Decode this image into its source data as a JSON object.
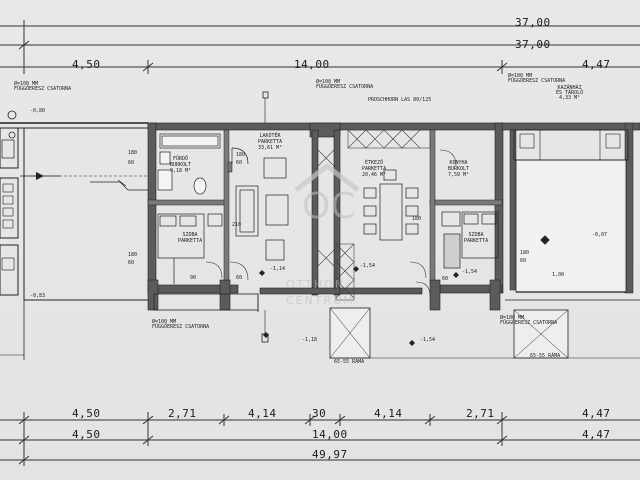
{
  "dimensions": {
    "top": {
      "total_1": "37,00",
      "total_2": "37,00",
      "left_seg": "4,50",
      "mid_seg": "14,00",
      "right_seg": "4,47"
    },
    "bottom": {
      "row1": [
        "4,50",
        "2,71",
        "4,14",
        "30",
        "4,14",
        "2,71",
        "4,47"
      ],
      "row2_left": "4,50",
      "row2_mid": "14,00",
      "row2_right": "4,47",
      "total": "49,97"
    }
  },
  "annotations": {
    "drain_top_left": "ø=100 mm\nfüggőeresz csatorna",
    "drain_top_mid": "ø=100 mm\nfüggőeresz csatorna",
    "drain_top_right": "ø=100 mm\nfüggőeresz csatorna",
    "proschhorn": "PROSCHHORN LAS 80/125",
    "drain_bottom_left": "ø=100 mm\nfüggőeresz csatorna",
    "drain_bottom_right": "ø=100 mm\nfüggőeresz csatorna",
    "roof_left": "65-55 Ráma",
    "roof_right": "65-55 Ráma",
    "storage": "kazánház\nés tároló\n4,33 m²",
    "level_left_top": "-0,80",
    "level_left_bottom": "-0,83"
  },
  "rooms": {
    "bath": {
      "name": "fürdő",
      "sub": "burkolt",
      "area": "9,18 m²"
    },
    "living": {
      "name": "lakótér",
      "sub": "parketta",
      "area": "33,61 m²"
    },
    "dining": {
      "name": "étkező",
      "sub": "parketta",
      "area": "20,46 m²"
    },
    "kitchen": {
      "name": "konyha",
      "sub": "burkolt",
      "area": "7,59 m²"
    },
    "bedroom_left": {
      "name": "szoba",
      "sub": "parketta"
    },
    "bedroom_right": {
      "name": "szoba",
      "sub": "parketta"
    }
  },
  "levels": {
    "l1": "-1,14",
    "l2": "-1,54",
    "l3": "-1,54",
    "l4": "-0,07",
    "l5": "-1,18",
    "l6": "-1,54"
  },
  "small_dims": [
    "180",
    "60",
    "180",
    "60",
    "180",
    "60",
    "180",
    "60",
    "90",
    "60",
    "1,00",
    "210",
    "60",
    "180"
  ],
  "watermark": {
    "logo": "OC",
    "line1": "OTTHON",
    "line2": "CENTRUM"
  }
}
